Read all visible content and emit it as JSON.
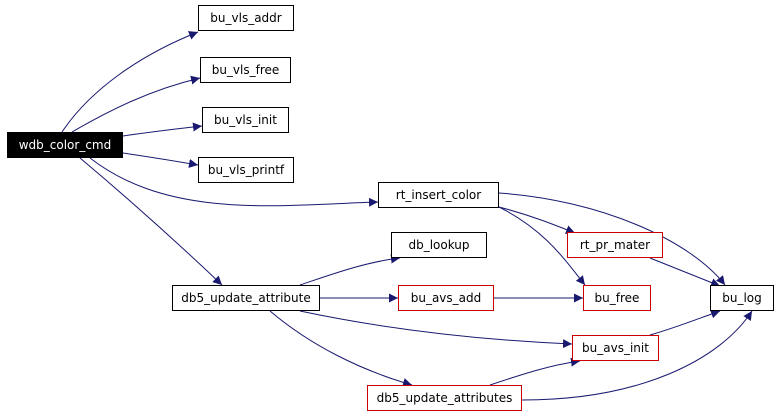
{
  "diagram": {
    "nodes": {
      "wdb_color_cmd": "wdb_color_cmd",
      "bu_vls_addr": "bu_vls_addr",
      "bu_vls_free": "bu_vls_free",
      "bu_vls_init": "bu_vls_init",
      "bu_vls_printf": "bu_vls_printf",
      "rt_insert_color": "rt_insert_color",
      "db_lookup": "db_lookup",
      "rt_pr_mater": "rt_pr_mater",
      "db5_update_attribute": "db5_update_attribute",
      "bu_avs_add": "bu_avs_add",
      "bu_free": "bu_free",
      "bu_log": "bu_log",
      "bu_avs_init": "bu_avs_init",
      "db5_update_attributes": "db5_update_attributes"
    },
    "edges": [
      [
        "wdb_color_cmd",
        "bu_vls_addr"
      ],
      [
        "wdb_color_cmd",
        "bu_vls_free"
      ],
      [
        "wdb_color_cmd",
        "bu_vls_init"
      ],
      [
        "wdb_color_cmd",
        "bu_vls_printf"
      ],
      [
        "wdb_color_cmd",
        "rt_insert_color"
      ],
      [
        "wdb_color_cmd",
        "db5_update_attribute"
      ],
      [
        "rt_insert_color",
        "rt_pr_mater"
      ],
      [
        "rt_insert_color",
        "bu_free"
      ],
      [
        "rt_insert_color",
        "bu_log"
      ],
      [
        "rt_pr_mater",
        "bu_log"
      ],
      [
        "db5_update_attribute",
        "db_lookup"
      ],
      [
        "db5_update_attribute",
        "bu_avs_add"
      ],
      [
        "db5_update_attribute",
        "bu_avs_init"
      ],
      [
        "db5_update_attribute",
        "db5_update_attributes"
      ],
      [
        "bu_avs_add",
        "bu_free"
      ],
      [
        "bu_avs_init",
        "bu_log"
      ],
      [
        "db5_update_attributes",
        "bu_avs_init"
      ],
      [
        "db5_update_attributes",
        "bu_log"
      ]
    ],
    "colors": {
      "edge": "#191970",
      "documented_border": "#000000",
      "undocumented_border": "#cc0000",
      "root_fill": "#000000",
      "root_text": "#ffffff"
    }
  }
}
